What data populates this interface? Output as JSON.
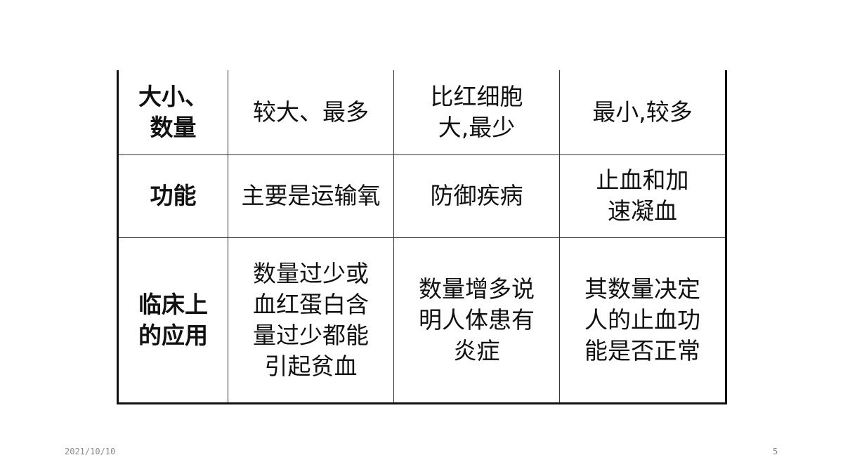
{
  "table": {
    "rows": [
      {
        "header": "大小、\n数量",
        "cells": [
          "较大、最多",
          "比红细胞\n大,最少",
          "最小,较多"
        ]
      },
      {
        "header": "功能",
        "cells": [
          "主要是运输氧",
          "防御疾病",
          "止血和加\n速凝血"
        ]
      },
      {
        "header": "临床上\n的应用",
        "cells": [
          "数量过少或\n血红蛋白含\n量过少都能\n引起贫血",
          "数量增多说\n明人体患有\n炎症",
          "其数量决定\n人的止血功\n能是否正常"
        ]
      }
    ]
  },
  "footer": {
    "date": "2021/10/10",
    "page_number": "5"
  }
}
